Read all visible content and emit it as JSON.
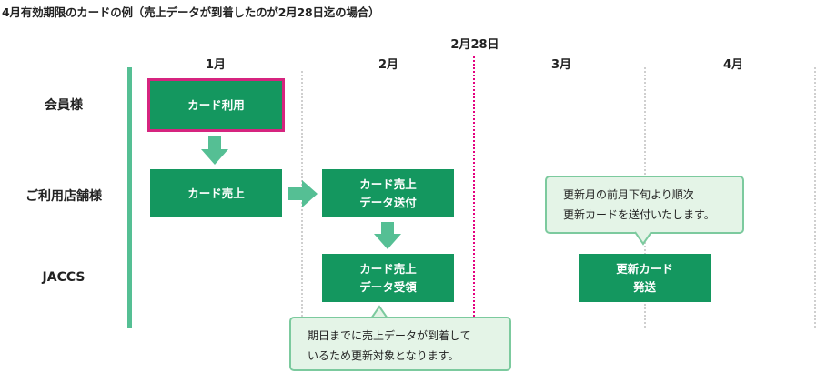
{
  "title": "4月有効期限のカードの例（売上データが到着したのが2月28日迄の場合）",
  "date_label": "2月28日",
  "months": [
    "1月",
    "2月",
    "3月",
    "4月"
  ],
  "rows": [
    "会員様",
    "ご利用店舗様",
    "JACCS"
  ],
  "boxes": {
    "card_use": "カード利用",
    "card_sale": "カード売上",
    "sale_data_send": "カード売上\nデータ送付",
    "sale_data_receive": "カード売上\nデータ受領",
    "renewal_send": "更新カード\n発送"
  },
  "callouts": {
    "renewal_note": "更新月の前月下旬より順次\n更新カードを送付いたします。",
    "deadline_note": "期日までに売上データが到着して\nいるため更新対象となります。"
  },
  "colors": {
    "box": "#14975f",
    "lane": "#55bf94",
    "highlight": "#d6247f",
    "callout_bg": "#e4f4e7",
    "callout_border": "#7cca9e",
    "date_line": "#e4007f"
  }
}
